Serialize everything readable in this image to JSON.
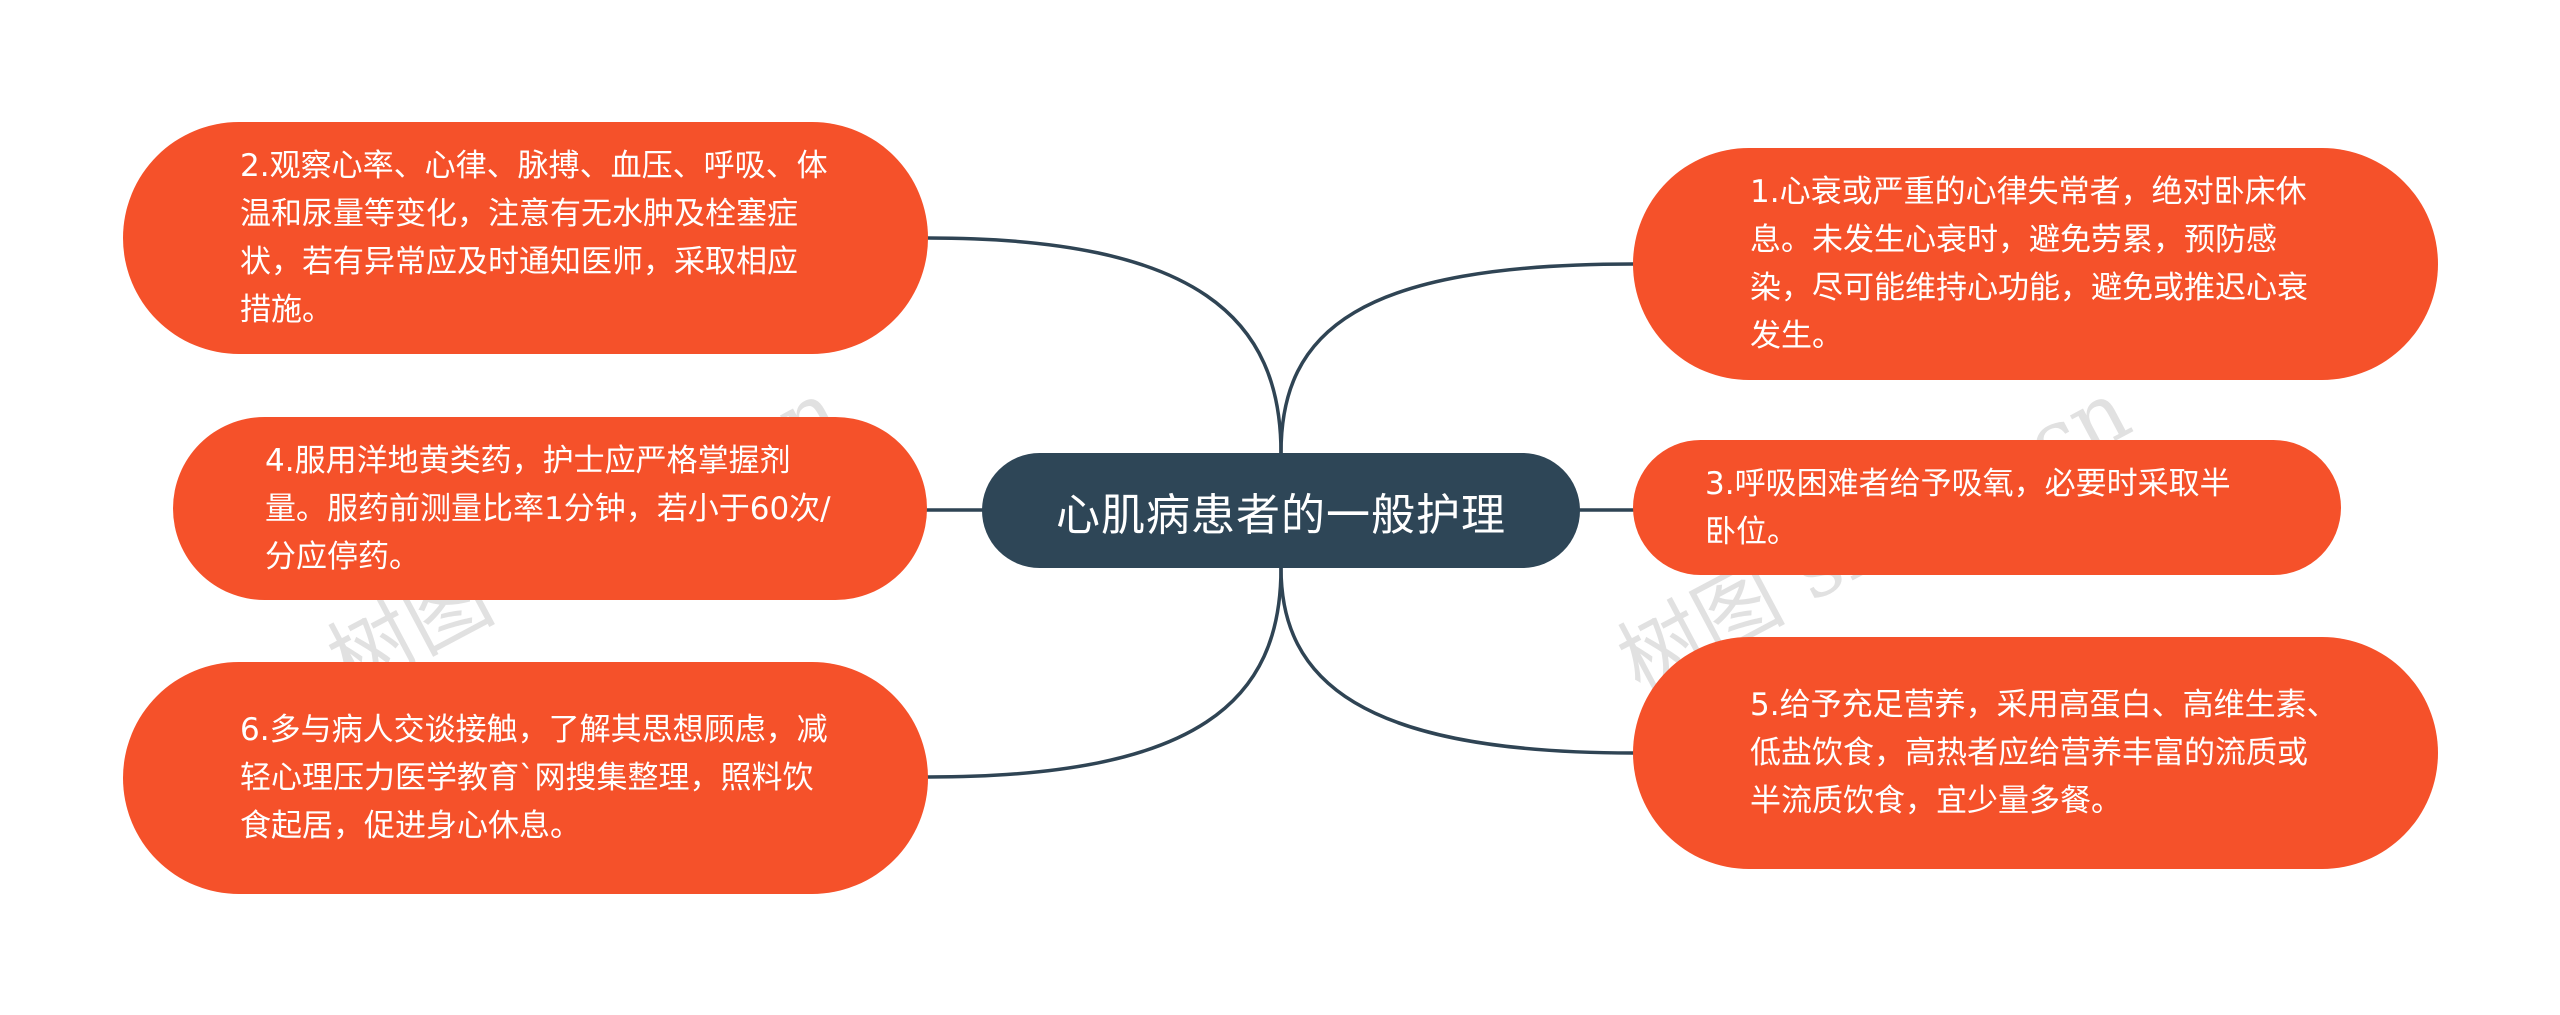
{
  "mindmap": {
    "center": "心肌病患者的一般护理",
    "left_nodes": [
      {
        "id": "2",
        "text": "2.观察心率、心律、脉搏、血压、呼吸、体温和尿量等变化，注意有无水肿及栓塞症状，若有异常应及时通知医师，采取相应措施。"
      },
      {
        "id": "4",
        "text": "4.服用洋地黄类药，护士应严格掌握剂量。服药前测量比率1分钟，若小于60次/分应停药。"
      },
      {
        "id": "6",
        "text": "6.多与病人交谈接触，了解其思想顾虑，减轻心理压力医学教育`网搜集整理，照料饮食起居，促进身心休息。"
      }
    ],
    "right_nodes": [
      {
        "id": "1",
        "text": "1.心衰或严重的心律失常者，绝对卧床休息。未发生心衰时，避免劳累，预防感染，尽可能维持心功能，避免或推迟心衰发生。"
      },
      {
        "id": "3",
        "text": "3.呼吸困难者给予吸氧，必要时采取半卧位。"
      },
      {
        "id": "5",
        "text": "5.给予充足营养，采用高蛋白、高维生素、低盐饮食，高热者应给营养丰富的流质或半流质饮食，宜少量多餐。"
      }
    ]
  },
  "watermarks": [
    "树图 shutu.cn",
    "树图 shutu.cn"
  ],
  "colors": {
    "leaf": "#f5512a",
    "center": "#2e4657",
    "connector": "#2f4454",
    "text": "#ffffff"
  }
}
